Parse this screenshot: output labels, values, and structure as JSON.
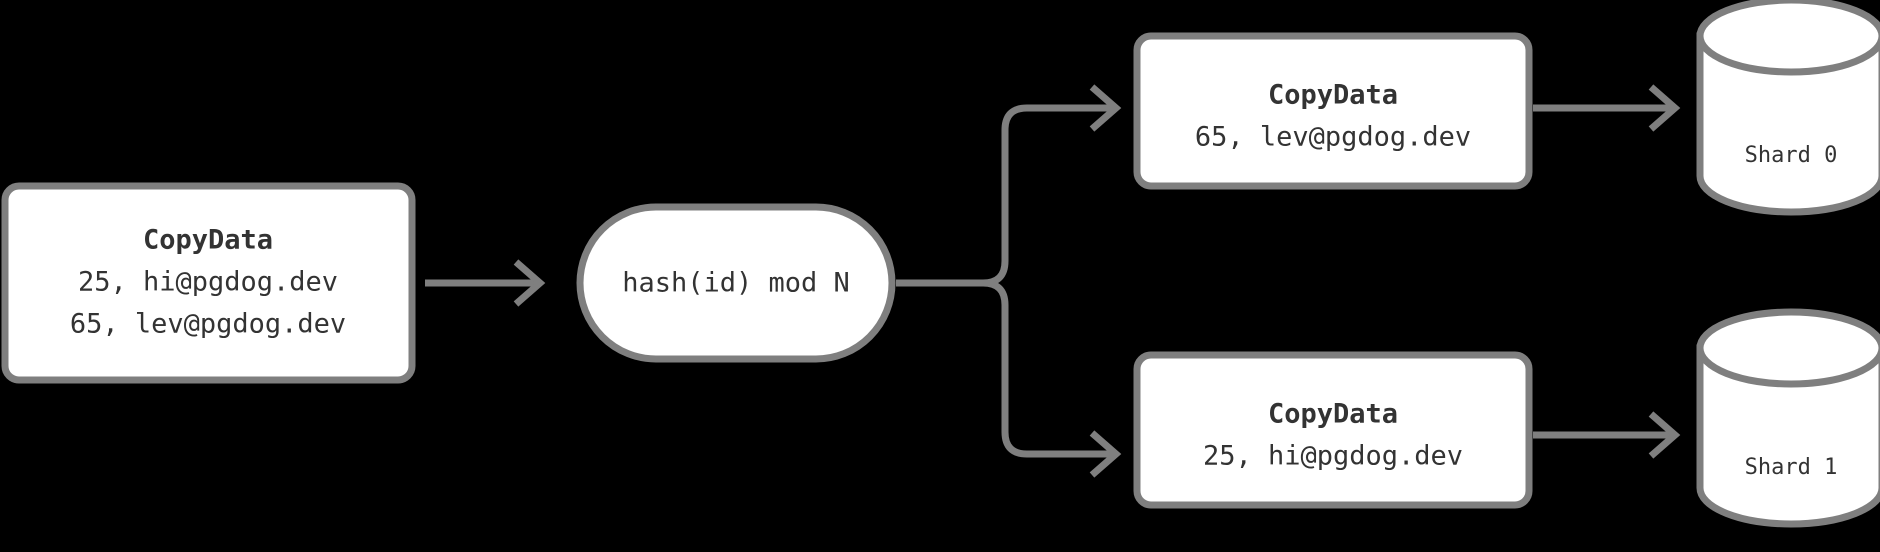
{
  "diagram": {
    "background_color": "#000000",
    "node_fill": "#ffffff",
    "node_stroke": "#7f7f7f",
    "text_color": "#333333",
    "source_node": {
      "title": "CopyData",
      "rows": [
        "25, hi@pgdog.dev",
        "65, lev@pgdog.dev"
      ]
    },
    "router_node": {
      "label": "hash(id) mod N"
    },
    "branches": [
      {
        "copy_node": {
          "title": "CopyData",
          "rows": [
            "65, lev@pgdog.dev"
          ]
        },
        "shard": {
          "label": "Shard 0"
        }
      },
      {
        "copy_node": {
          "title": "CopyData",
          "rows": [
            "25, hi@pgdog.dev"
          ]
        },
        "shard": {
          "label": "Shard 1"
        }
      }
    ]
  }
}
